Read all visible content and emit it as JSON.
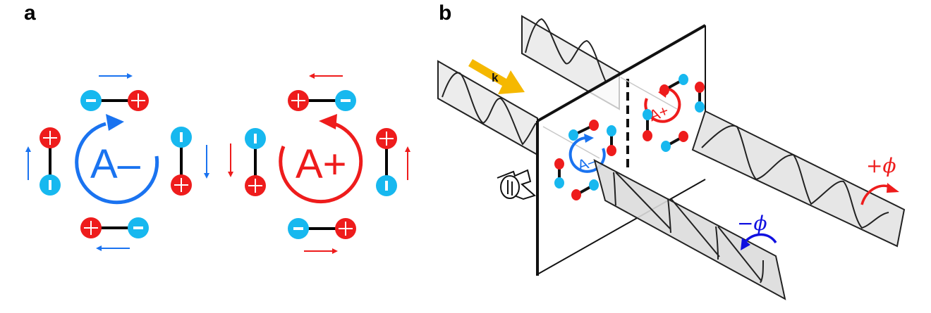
{
  "figure": {
    "panels": [
      {
        "label": "a",
        "modes": [
          {
            "name": "A–",
            "color": "#1a73f0",
            "rotation": "clockwise",
            "dipoles": [
              {
                "position": "top",
                "left_charge": "-",
                "right_charge": "+",
                "motion_arrow": "right"
              },
              {
                "position": "right",
                "top_charge": "-",
                "bottom_charge": "+",
                "motion_arrow": "down"
              },
              {
                "position": "bottom",
                "left_charge": "+",
                "right_charge": "-",
                "motion_arrow": "left"
              },
              {
                "position": "left",
                "top_charge": "+",
                "bottom_charge": "-",
                "motion_arrow": "up"
              }
            ]
          },
          {
            "name": "A+",
            "color": "#ee1c1c",
            "rotation": "counterclockwise",
            "dipoles": [
              {
                "position": "top",
                "left_charge": "+",
                "right_charge": "-",
                "motion_arrow": "left"
              },
              {
                "position": "right",
                "top_charge": "+",
                "bottom_charge": "-",
                "motion_arrow": "up"
              },
              {
                "position": "bottom",
                "left_charge": "-",
                "right_charge": "+",
                "motion_arrow": "right"
              },
              {
                "position": "left",
                "top_charge": "-",
                "bottom_charge": "+",
                "motion_arrow": "down"
              }
            ]
          }
        ]
      },
      {
        "label": "b",
        "wave_vector_label": "k",
        "left_mode_label": "A–",
        "right_mode_label": "A+",
        "output_phase_right": "+ϕ",
        "output_phase_left": "−ϕ"
      }
    ]
  },
  "colors": {
    "negative_charge": "#17b8ef",
    "positive_charge": "#ee1c1c",
    "blue_mode": "#1a73f0",
    "red_mode": "#ee1c1c",
    "k_arrow": "#f5b800",
    "phase_minus": "#1010e0",
    "phase_plus": "#ee1c1c",
    "ribbon_fill": "#e6e6e6"
  }
}
